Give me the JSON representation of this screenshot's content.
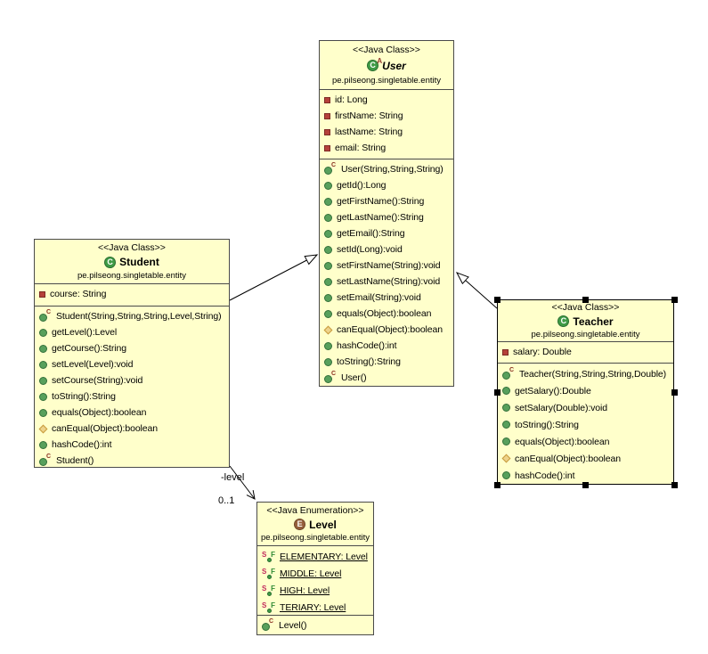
{
  "icons": {
    "class_letter": "C",
    "enum_letter": "E",
    "abstract_marker": "A",
    "constructor_marker": "C",
    "static_marker": "S",
    "final_marker": "F"
  },
  "colors": {
    "box_fill": "#ffffcb",
    "box_border": "#4a4a4a",
    "public_method_green": "#58a05c",
    "private_field_red": "#b5413a",
    "protected_diamond_yellow": "#eed38a",
    "enum_icon_brown": "#96603c",
    "class_icon_green": "#3f9b45",
    "selection_handle": "#000000"
  },
  "edges": {
    "student_level_role": "-level",
    "student_level_multiplicity": "0..1"
  },
  "classes": {
    "user": {
      "stereotype": "<<Java Class>>",
      "name": "User",
      "package": "pe.pilseong.singletable.entity",
      "attributes": [
        {
          "icon": "private-field",
          "text": "id: Long"
        },
        {
          "icon": "private-field",
          "text": "firstName: String"
        },
        {
          "icon": "private-field",
          "text": "lastName: String"
        },
        {
          "icon": "private-field",
          "text": "email: String"
        }
      ],
      "methods": [
        {
          "icon": "constructor",
          "text": "User(String,String,String)"
        },
        {
          "icon": "public-method",
          "text": "getId():Long"
        },
        {
          "icon": "public-method",
          "text": "getFirstName():String"
        },
        {
          "icon": "public-method",
          "text": "getLastName():String"
        },
        {
          "icon": "public-method",
          "text": "getEmail():String"
        },
        {
          "icon": "public-method",
          "text": "setId(Long):void"
        },
        {
          "icon": "public-method",
          "text": "setFirstName(String):void"
        },
        {
          "icon": "public-method",
          "text": "setLastName(String):void"
        },
        {
          "icon": "public-method",
          "text": "setEmail(String):void"
        },
        {
          "icon": "public-method",
          "text": "equals(Object):boolean"
        },
        {
          "icon": "protected-method",
          "text": "canEqual(Object):boolean"
        },
        {
          "icon": "public-method",
          "text": "hashCode():int"
        },
        {
          "icon": "public-method",
          "text": "toString():String"
        },
        {
          "icon": "constructor",
          "text": "User()"
        }
      ]
    },
    "student": {
      "stereotype": "<<Java Class>>",
      "name": "Student",
      "package": "pe.pilseong.singletable.entity",
      "attributes": [
        {
          "icon": "private-field",
          "text": "course: String"
        }
      ],
      "methods": [
        {
          "icon": "constructor",
          "text": "Student(String,String,String,Level,String)"
        },
        {
          "icon": "public-method",
          "text": "getLevel():Level"
        },
        {
          "icon": "public-method",
          "text": "getCourse():String"
        },
        {
          "icon": "public-method",
          "text": "setLevel(Level):void"
        },
        {
          "icon": "public-method",
          "text": "setCourse(String):void"
        },
        {
          "icon": "public-method",
          "text": "toString():String"
        },
        {
          "icon": "public-method",
          "text": "equals(Object):boolean"
        },
        {
          "icon": "protected-method",
          "text": "canEqual(Object):boolean"
        },
        {
          "icon": "public-method",
          "text": "hashCode():int"
        },
        {
          "icon": "constructor",
          "text": "Student()"
        }
      ]
    },
    "teacher": {
      "stereotype": "<<Java Class>>",
      "name": "Teacher",
      "package": "pe.pilseong.singletable.entity",
      "attributes": [
        {
          "icon": "private-field",
          "text": "salary: Double"
        }
      ],
      "methods": [
        {
          "icon": "constructor",
          "text": "Teacher(String,String,String,Double)"
        },
        {
          "icon": "public-method",
          "text": "getSalary():Double"
        },
        {
          "icon": "public-method",
          "text": "setSalary(Double):void"
        },
        {
          "icon": "public-method",
          "text": "toString():String"
        },
        {
          "icon": "public-method",
          "text": "equals(Object):boolean"
        },
        {
          "icon": "protected-method",
          "text": "canEqual(Object):boolean"
        },
        {
          "icon": "public-method",
          "text": "hashCode():int"
        }
      ]
    },
    "level": {
      "stereotype": "<<Java Enumeration>>",
      "name": "Level",
      "package": "pe.pilseong.singletable.entity",
      "attributes": [
        {
          "icon": "static-final-field",
          "text": "ELEMENTARY: Level",
          "underline": true
        },
        {
          "icon": "static-final-field",
          "text": "MIDDLE: Level",
          "underline": true
        },
        {
          "icon": "static-final-field",
          "text": "HIGH: Level",
          "underline": true
        },
        {
          "icon": "static-final-field",
          "text": "TERIARY: Level",
          "underline": true
        }
      ],
      "methods": [
        {
          "icon": "constructor",
          "text": "Level()"
        }
      ]
    }
  }
}
